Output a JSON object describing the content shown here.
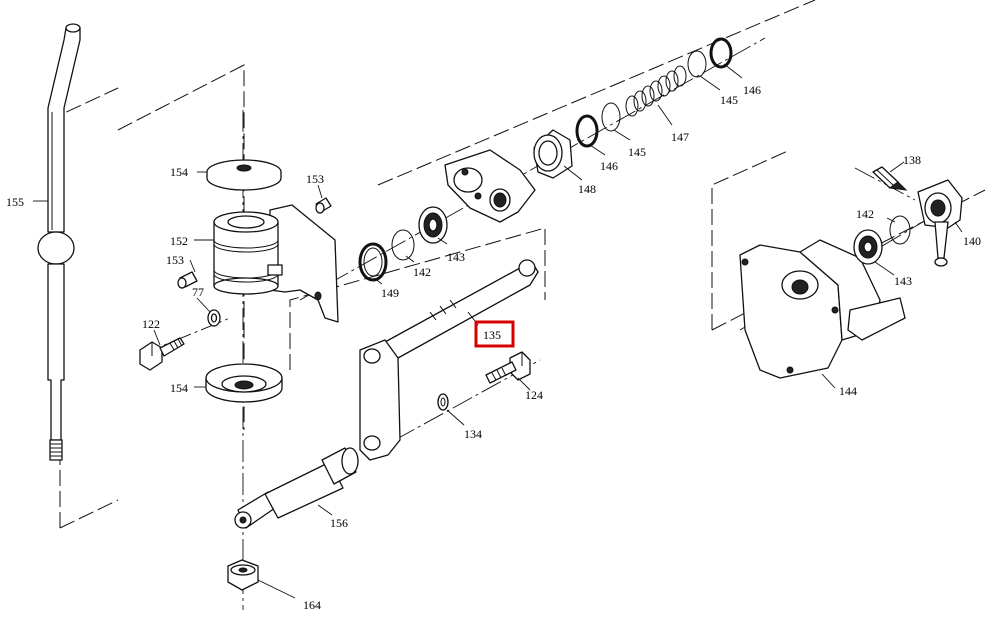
{
  "diagram": {
    "labels": {
      "l155": "155",
      "l154a": "154",
      "l153a": "153",
      "l152": "152",
      "l153b": "153",
      "l77": "77",
      "l122": "122",
      "l154b": "154",
      "l149": "149",
      "l142a": "142",
      "l143a": "143",
      "l148": "148",
      "l146a": "146",
      "l145a": "145",
      "l147": "147",
      "l145b": "145",
      "l146b": "146",
      "l135": "135",
      "l124": "124",
      "l134": "134",
      "l156": "156",
      "l164": "164",
      "l138": "138",
      "l142b": "142",
      "l140": "140",
      "l143b": "143",
      "l144": "144"
    },
    "highlighted_label": "135",
    "highlight_color": "#d40000"
  }
}
